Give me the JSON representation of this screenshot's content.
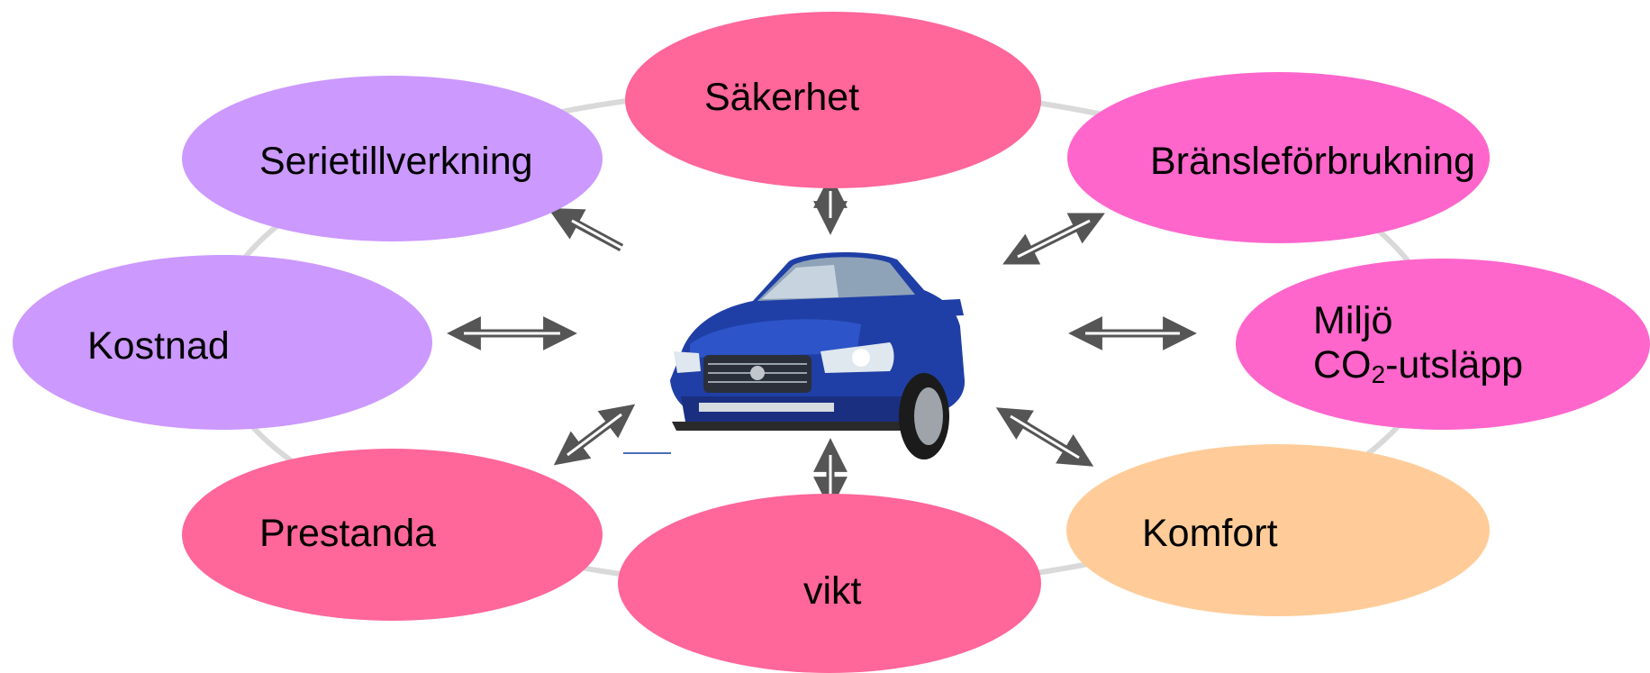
{
  "diagram": {
    "nodes": [
      {
        "id": "sakerhet",
        "text": "Säkerhet",
        "color": "#ff6699"
      },
      {
        "id": "serietillverkning",
        "text": "Serietillverkning",
        "color": "#cc99ff"
      },
      {
        "id": "bransleforbrukning",
        "text": "Bränsleförbrukning",
        "color": "#ff66cc"
      },
      {
        "id": "kostnad",
        "text": "Kostnad",
        "color": "#cc99ff"
      },
      {
        "id": "miljo",
        "line1": "Miljö",
        "line2_prefix": "CO",
        "line2_sub": "2",
        "line2_suffix": "-utsläpp",
        "color": "#ff66cc"
      },
      {
        "id": "prestanda",
        "text": "Prestanda",
        "color": "#ff6699"
      },
      {
        "id": "vikt",
        "text": "vikt",
        "color": "#ff6699"
      },
      {
        "id": "komfort",
        "text": "Komfort",
        "color": "#ffcc99"
      }
    ],
    "center_image": "car",
    "arrow_style": "double-headed",
    "ring_color": "#d9d9d9",
    "arrow_color": "#555555",
    "car_color": "#1f3fa6"
  }
}
